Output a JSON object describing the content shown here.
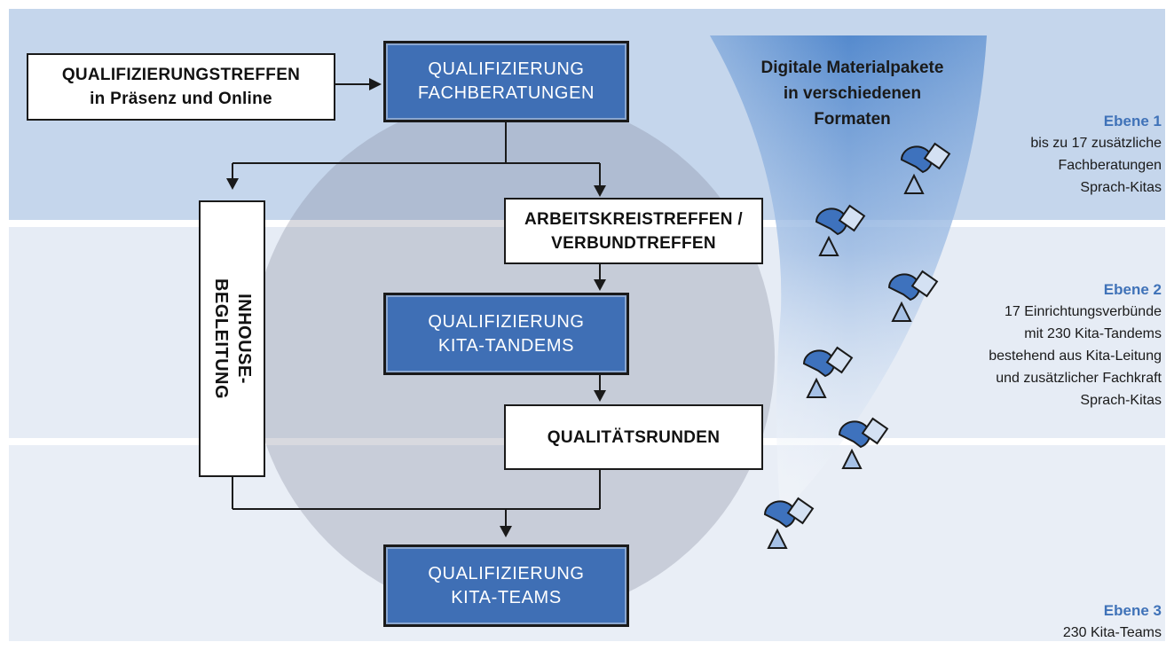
{
  "boxes": {
    "qualifizierungstreffen": [
      "QUALIFIZIERUNGSTREFFEN",
      "in Präsenz und Online"
    ],
    "qual_fachberatungen": [
      "QUALIFIZIERUNG",
      "FACHBERATUNGEN"
    ],
    "arbeitskreistreffen": [
      "ARBEITSKREISTREFFEN /",
      "VERBUNDTREFFEN"
    ],
    "qual_kita_tandems": [
      "QUALIFIZIERUNG",
      "KITA-TANDEMS"
    ],
    "qualitaetsrunden": "QUALITÄTSRUNDEN",
    "qual_kita_teams": [
      "QUALIFIZIERUNG",
      "KITA-TEAMS"
    ],
    "inhouse": [
      "INHOUSE-",
      "BEGLEITUNG"
    ]
  },
  "funnel_title": [
    "Digitale Materialpakete",
    "in verschiedenen",
    "Formaten"
  ],
  "levels": [
    {
      "title": "Ebene 1",
      "lines": [
        "bis zu 17 zusätzliche",
        "Fachberatungen",
        "Sprach-Kitas"
      ]
    },
    {
      "title": "Ebene 2",
      "lines": [
        "17 Einrichtungsverbünde",
        "mit 230 Kita-Tandems",
        "bestehend aus Kita-Leitung",
        "und zusätzlicher Fachkraft",
        "Sprach-Kitas"
      ]
    },
    {
      "title": "Ebene 3",
      "lines": [
        "230 Kita-Teams"
      ]
    }
  ],
  "icons": [
    "material-package-icon",
    "material-package-icon",
    "material-package-icon",
    "material-package-icon",
    "material-package-icon",
    "material-package-icon"
  ],
  "colors": {
    "band_top": "#c5d6ec",
    "band_bottom": "#e6ecf5",
    "box_blue": "#3f6fb5",
    "level_title": "#3f72b8",
    "funnel": "#5b8fd1"
  }
}
